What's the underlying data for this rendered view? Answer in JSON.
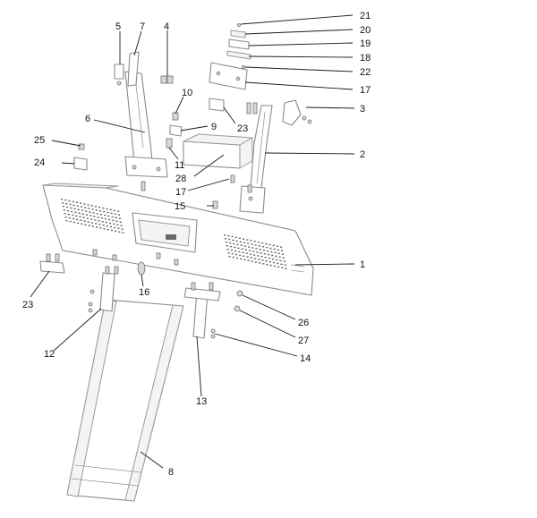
{
  "callouts": [
    {
      "label": "1"
    },
    {
      "label": "2"
    },
    {
      "label": "3"
    },
    {
      "label": "4"
    },
    {
      "label": "5"
    },
    {
      "label": "6"
    },
    {
      "label": "7"
    },
    {
      "label": "8"
    },
    {
      "label": "9"
    },
    {
      "label": "10"
    },
    {
      "label": "11"
    },
    {
      "label": "12"
    },
    {
      "label": "13"
    },
    {
      "label": "14"
    },
    {
      "label": "15"
    },
    {
      "label": "16"
    },
    {
      "label": "17"
    },
    {
      "label": "17"
    },
    {
      "label": "18"
    },
    {
      "label": "19"
    },
    {
      "label": "20"
    },
    {
      "label": "21"
    },
    {
      "label": "22"
    },
    {
      "label": "23"
    },
    {
      "label": "23"
    },
    {
      "label": "24"
    },
    {
      "label": "25"
    },
    {
      "label": "26"
    },
    {
      "label": "27"
    },
    {
      "label": "28"
    }
  ]
}
